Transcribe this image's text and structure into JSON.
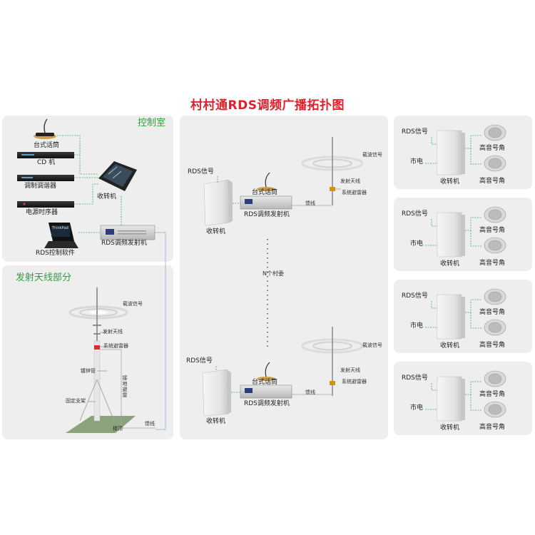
{
  "title": "村村通RDS调频广播拓扑图",
  "sections": {
    "control_room": "控制室",
    "antenna": "发射天线部分"
  },
  "control_room": {
    "mic": "台式话筒",
    "cd": "CD 机",
    "modulator": "调制调谐器",
    "sequencer": "电源时序器",
    "receiver": "收转机",
    "software": "RDS控制软件",
    "transmitter": "RDS调频发射机",
    "laptop_brand": "ThinkPad"
  },
  "antenna_part": {
    "carrier": "载波信号",
    "antenna": "发射天线",
    "arrester": "系统避雷器",
    "pipe": "镀锌管",
    "ground": "接地避雷",
    "support": "固定支架",
    "roof": "楼顶",
    "feeder": "馈线"
  },
  "village_top": {
    "rds": "RDS信号",
    "receiver": "收转机",
    "mic": "台式话筒",
    "transmitter": "RDS调频发射机",
    "feeder": "馈线",
    "carrier": "载波信号",
    "antenna": "发射天线",
    "arrester": "系统避雷器"
  },
  "village_count": "N个村委",
  "village_bottom": {
    "rds": "RDS信号",
    "receiver": "收转机",
    "mic": "台式话筒",
    "transmitter": "RDS调频发射机",
    "feeder": "馈线",
    "carrier": "载波信号",
    "antenna": "发射天线",
    "arrester": "系统避雷器"
  },
  "terminals": [
    {
      "rds": "RDS信号",
      "power": "市电",
      "receiver": "收转机",
      "horn_a": "高音号角",
      "horn_b": "高音号角"
    },
    {
      "rds": "RDS信号",
      "power": "市电",
      "receiver": "收转机",
      "horn_a": "高音号角",
      "horn_b": "高音号角"
    },
    {
      "rds": "RDS信号",
      "power": "市电",
      "receiver": "收转机",
      "horn_a": "高音号角",
      "horn_b": "高音号角"
    },
    {
      "rds": "RDS信号",
      "power": "市电",
      "receiver": "收转机",
      "horn_a": "高音号角",
      "horn_b": "高音号角"
    }
  ],
  "colors": {
    "title": "#e0202a",
    "section_heading": "#2aa43a",
    "connector": "#3aa860",
    "panel": "#eeeeee"
  }
}
